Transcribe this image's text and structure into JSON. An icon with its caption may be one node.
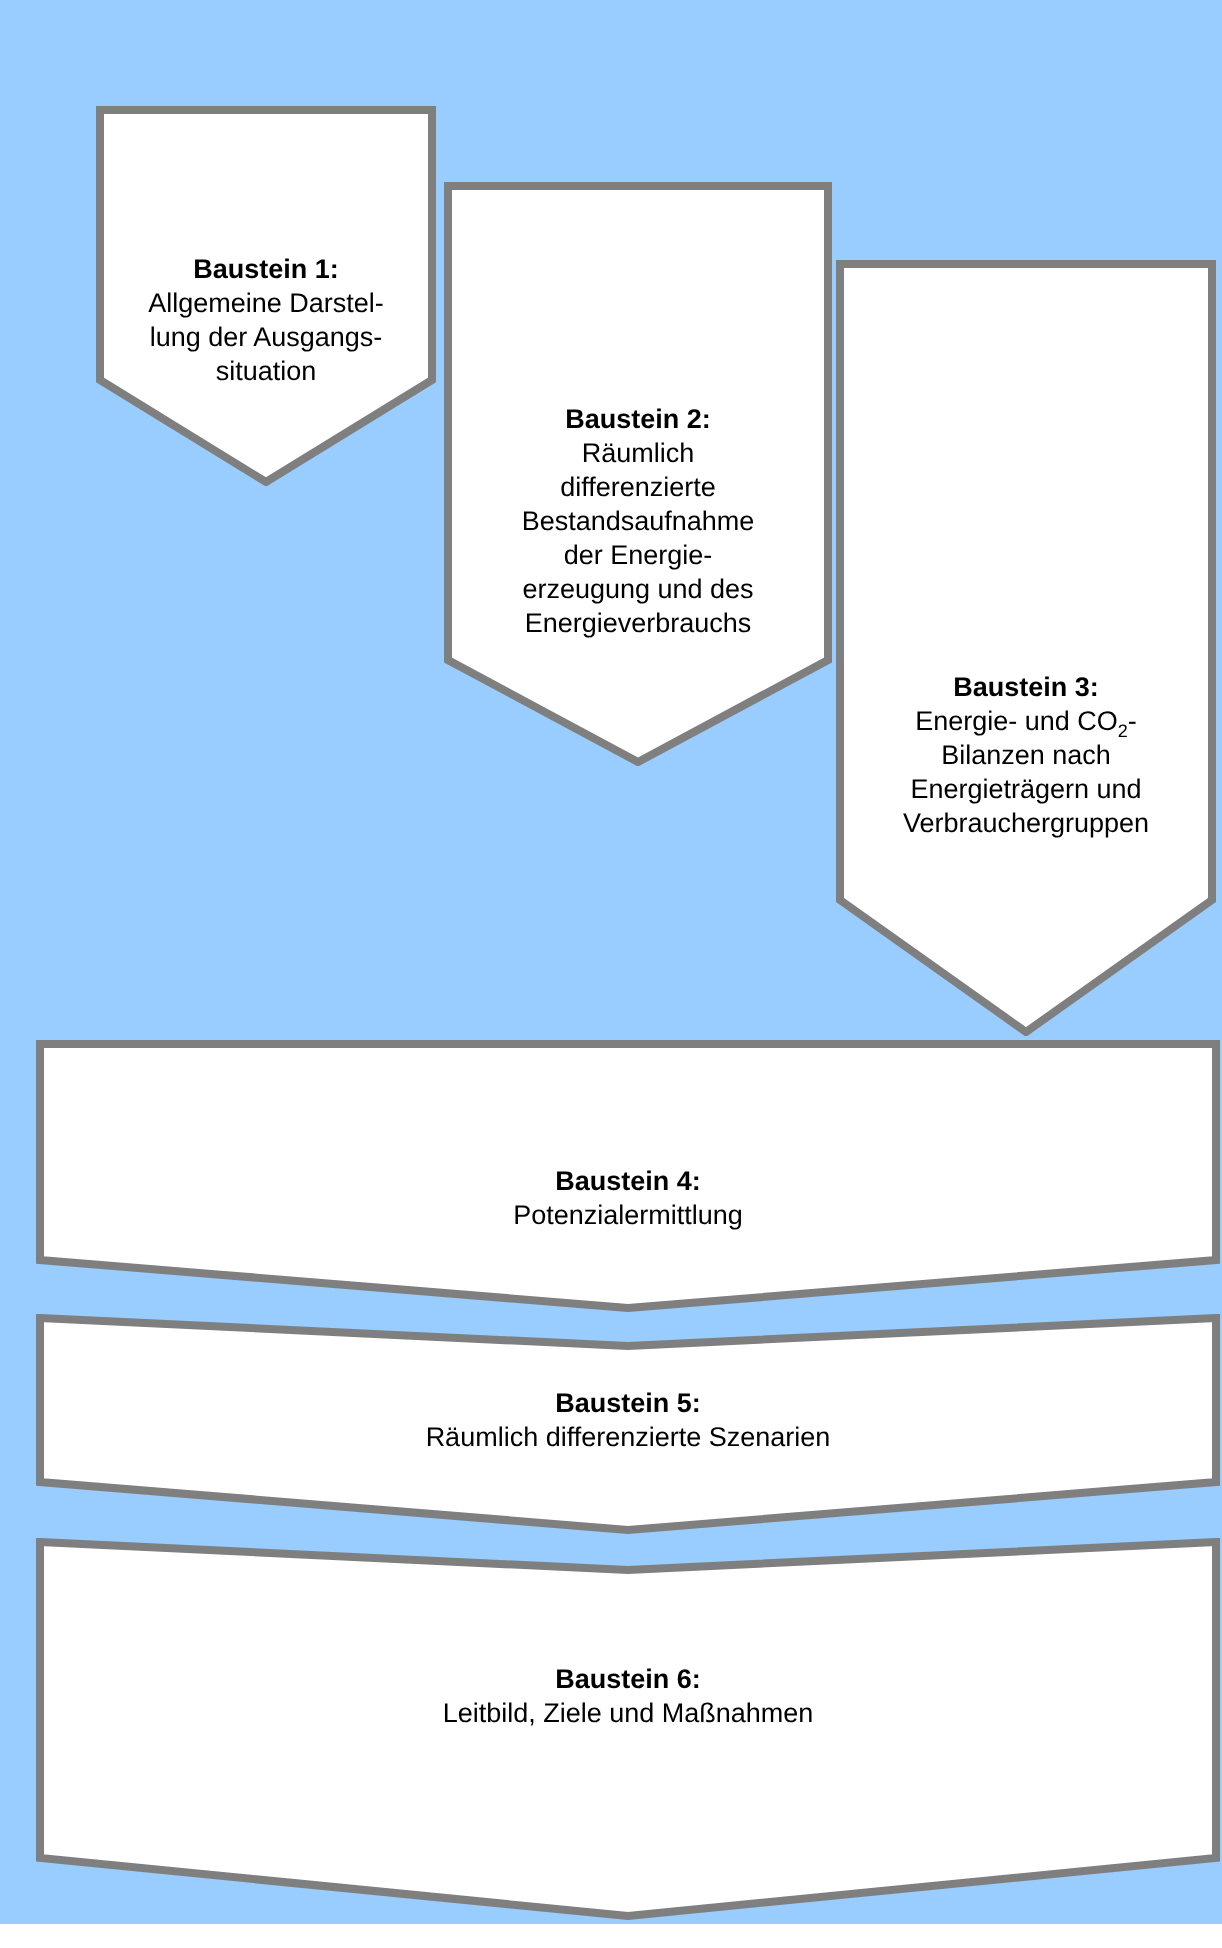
{
  "diagram": {
    "nodes": [
      {
        "text": [
          "Baustein 1:",
          "Allgemeine Darstel- lung der Ausgangs- situation"
        ]
      },
      {
        "text": [
          "Baustein 2:",
          "Räumlich differenzierte Bestandsaufnahme der Energie- erzeugung und des Energieverbrauchs"
        ]
      },
      {
        "text": [
          "Baustein 3:",
          "Energie- und CO$_{2}$- Bilanzen nach Energieträgern und Verbrauchergruppen"
        ]
      },
      {
        "text": [
          "Baustein 4:",
          "Potenzialermittlung"
        ]
      },
      {
        "text": [
          "Baustein 5:",
          "Räumlich differenzierte Szenarien"
        ]
      },
      {
        "text": [
          "Baustein 6:",
          "Leitbild, Ziele und Maßnahmen"
        ]
      }
    ],
    "edges": []
  }
}
